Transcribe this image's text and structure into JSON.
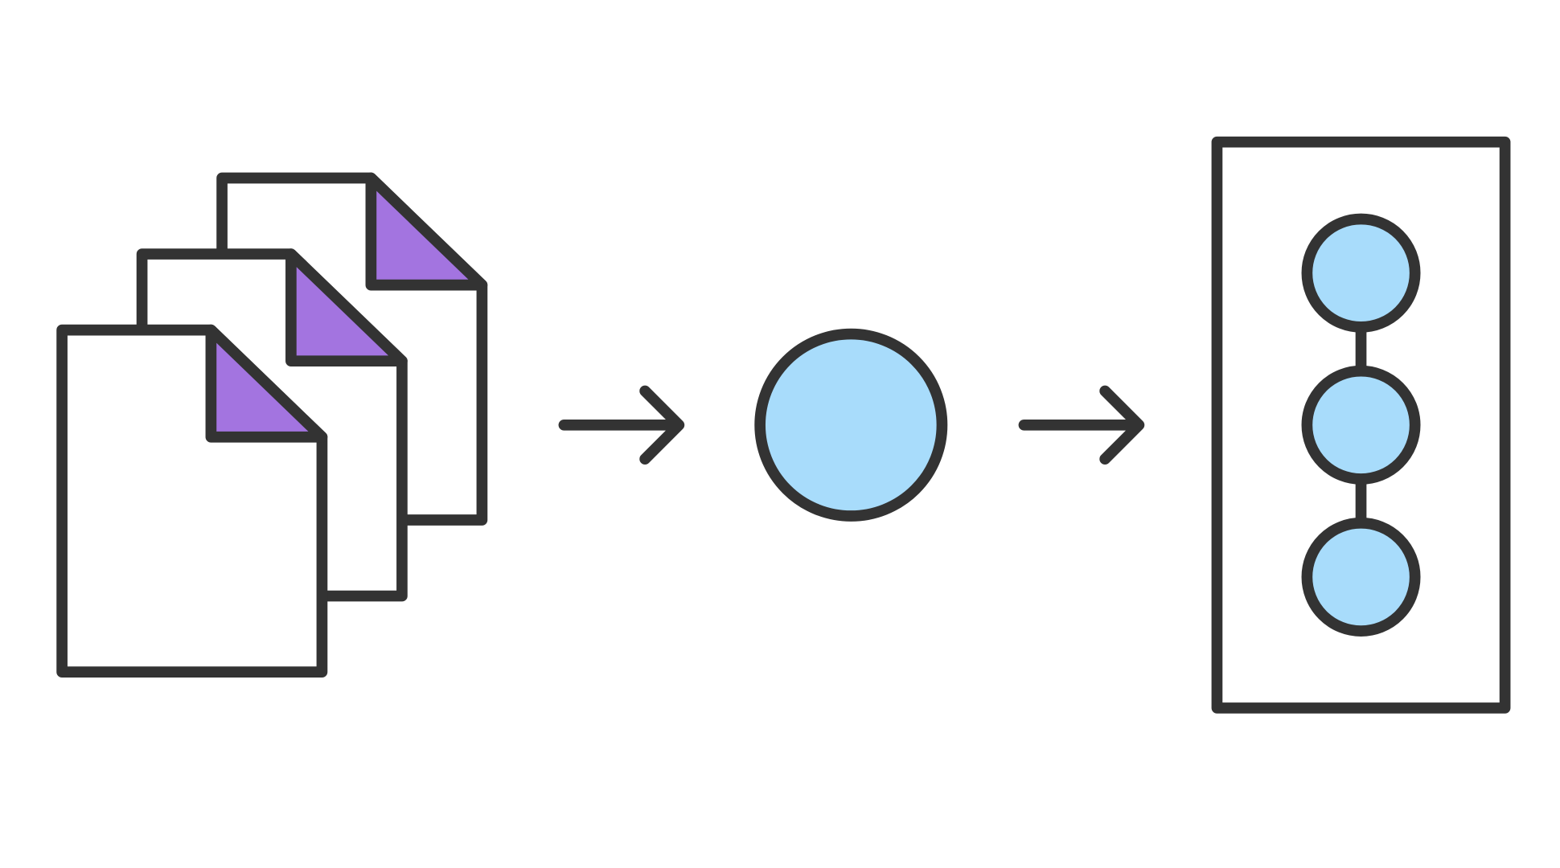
{
  "diagram": {
    "colors": {
      "stroke": "#333333",
      "fold": "#a374e0",
      "node": "#a8dcfb",
      "background": "#ffffff",
      "paper": "#ffffff"
    },
    "components": [
      "documents-stack",
      "arrow",
      "single-node",
      "arrow",
      "container-with-linked-nodes"
    ],
    "document_count": 3,
    "linked_node_count": 3
  }
}
